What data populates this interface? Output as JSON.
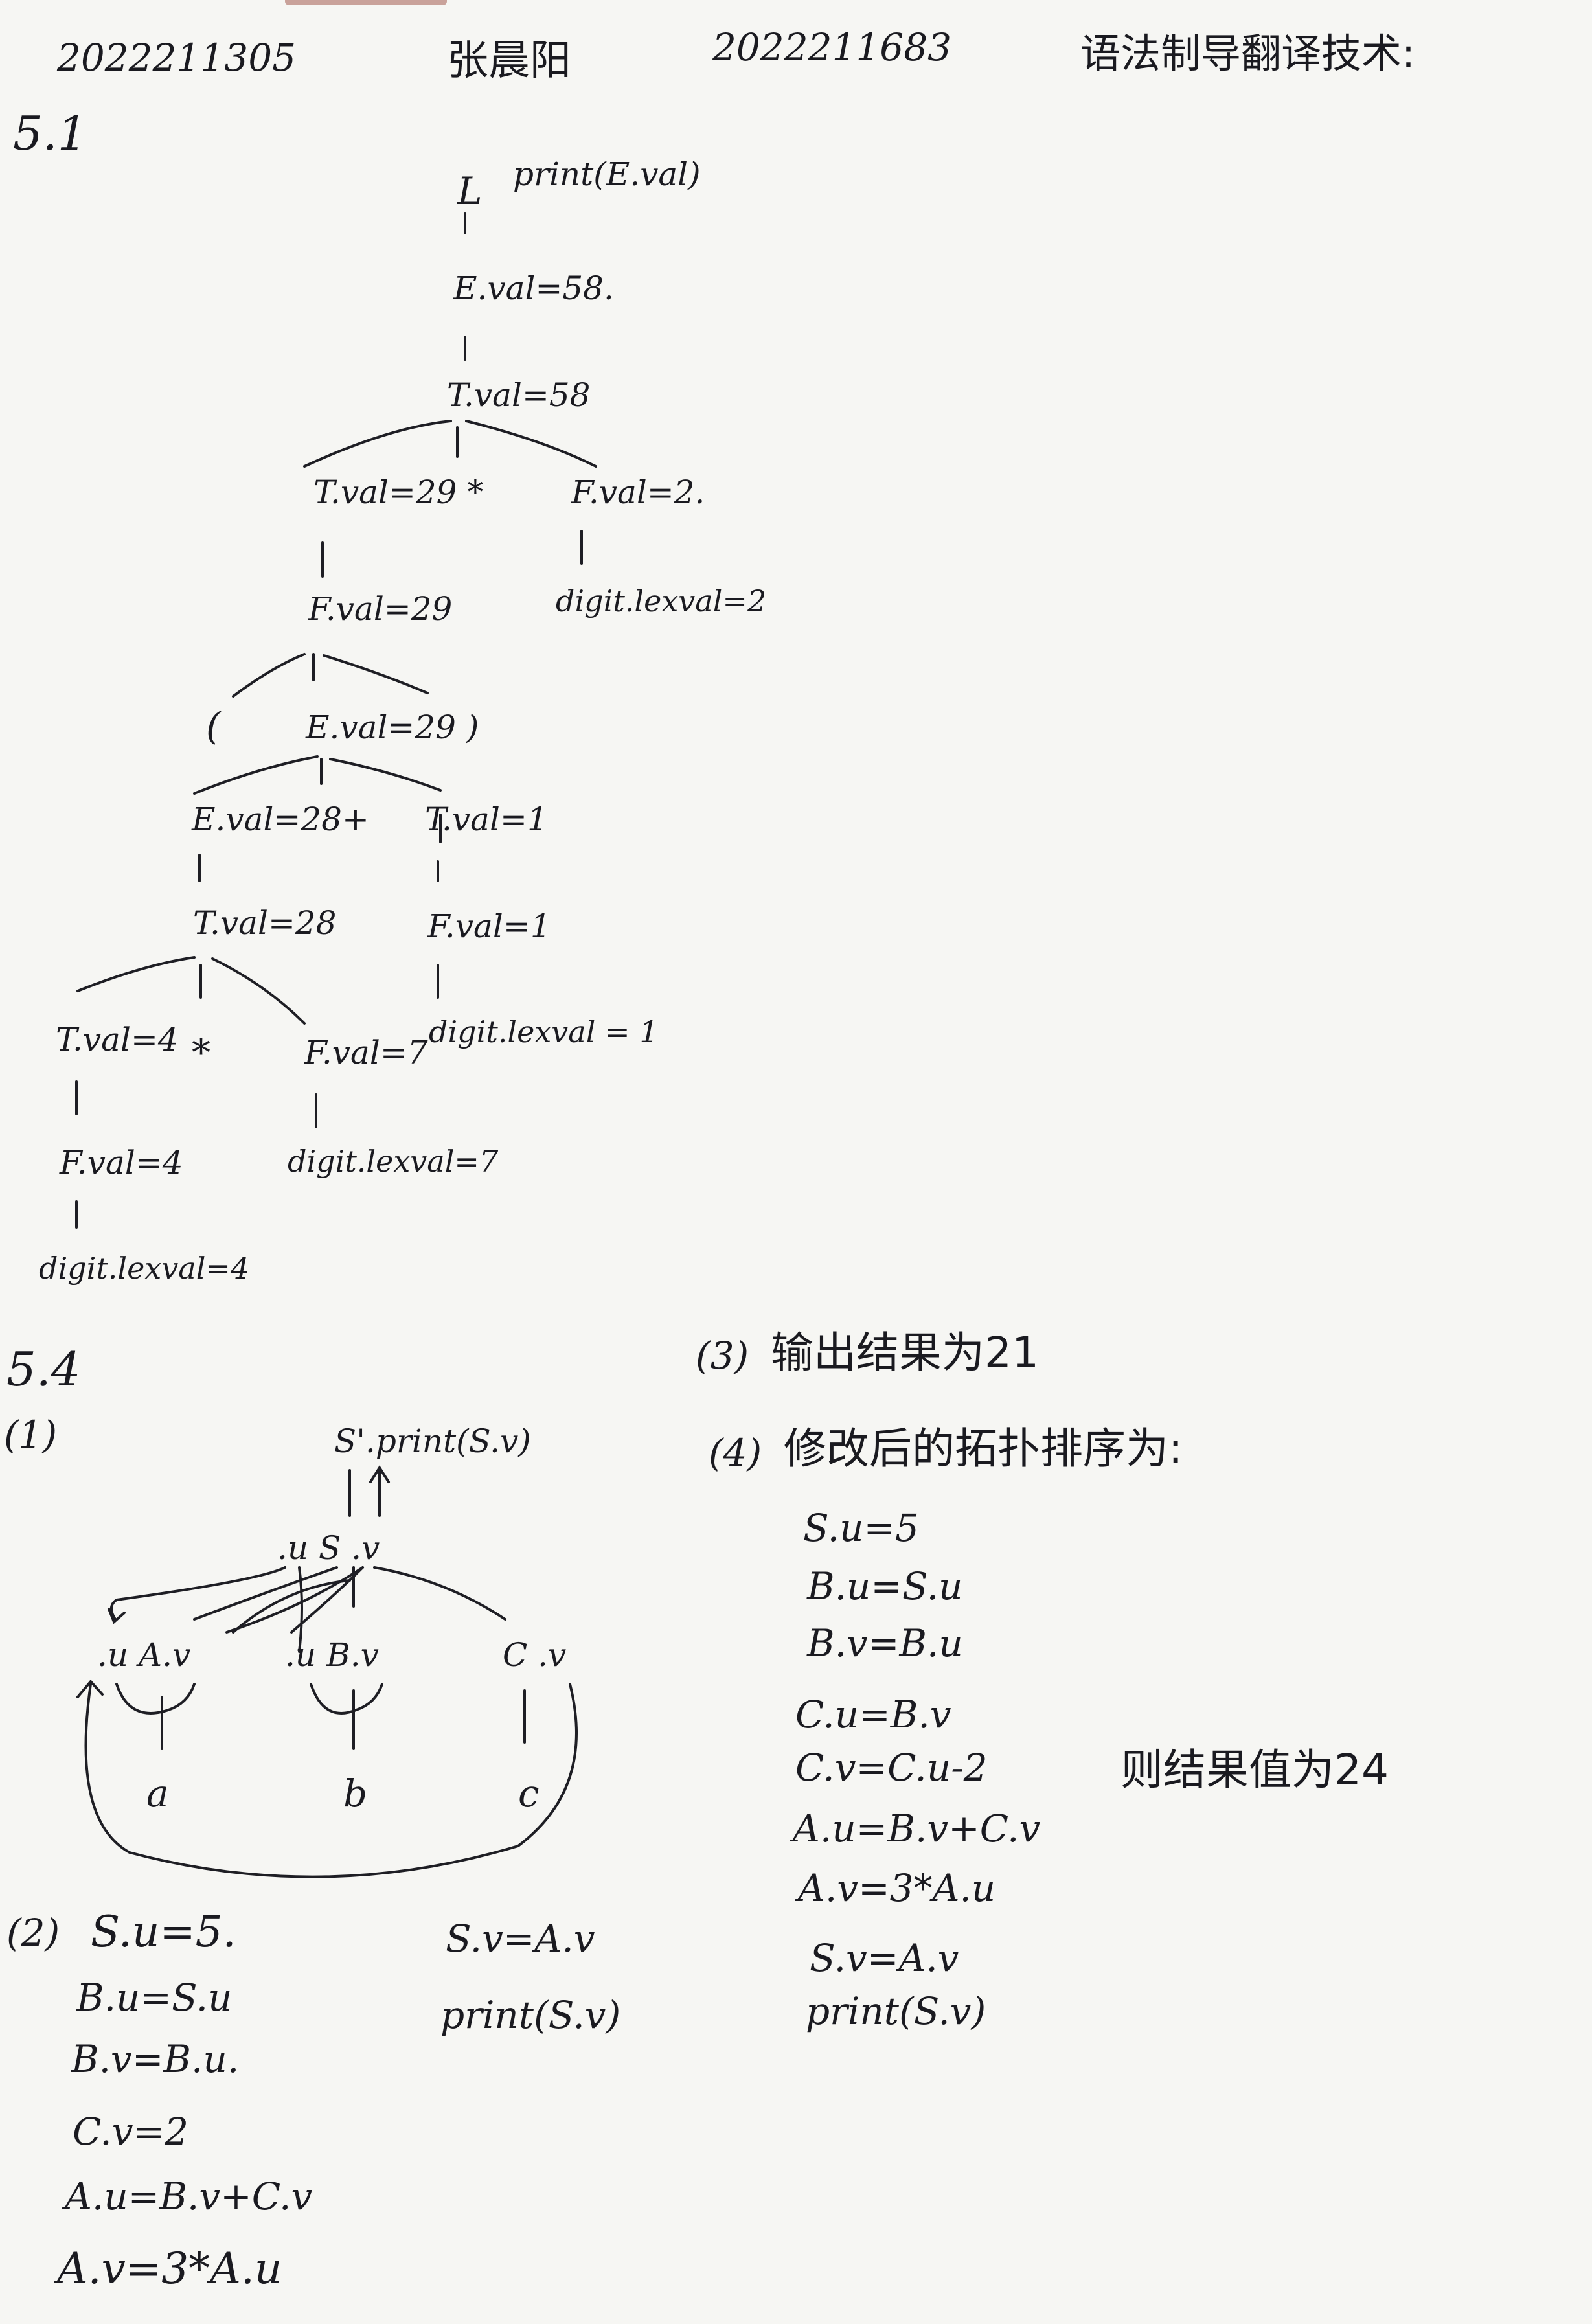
{
  "header": {
    "student_id_1": "2022211305",
    "name": "张晨阳",
    "student_id_2": "2022211683",
    "topic": "语法制导翻译技术:"
  },
  "section_5_1": {
    "label": "5.1",
    "parse_tree": {
      "root_L": "L",
      "root_action": "print(E.val)",
      "E_top": "E.val=58.",
      "T_top": "T.val=58",
      "T_left": "T.val=29 *",
      "F_right": "F.val=2.",
      "digit_2": "digit.lexval=2",
      "F_29": "F.val=29",
      "lparen": "(",
      "E_29": "E.val=29 )",
      "E_28": "E.val=28+",
      "T_1": "T.val=1",
      "T_28": "T.val=28",
      "F_1": "F.val=1",
      "digit_1": "digit.lexval = 1",
      "T_4": "T.val=4",
      "star": "*",
      "F_7": "F.val=7",
      "F_4": "F.val=4",
      "digit_7": "digit.lexval=7",
      "digit_4": "digit.lexval=4"
    }
  },
  "section_5_4": {
    "label": "5.4",
    "part_1": {
      "label": "(1)",
      "S_prime": "S'.print(S.v)",
      "S_node": ".u S .v",
      "A_node": ".u A.v",
      "B_node": ".u B.v",
      "C_node": "C .v",
      "leaf_a": "a",
      "leaf_b": "b",
      "leaf_c": "c"
    },
    "part_2": {
      "label": "(2)",
      "lines": [
        "S.u=5.",
        "B.u=S.u",
        "B.v=B.u.",
        "C.v=2",
        "A.u=B.v+C.v",
        "A.v=3*A.u"
      ],
      "right_lines": [
        "S.v=A.v",
        "print(S.v)"
      ]
    },
    "part_3": {
      "label": "(3)",
      "text": "输出结果为21"
    },
    "part_4": {
      "label": "(4)",
      "intro": "修改后的拓扑排序为:",
      "lines": [
        "S.u=5",
        "B.u=S.u",
        "B.v=B.u",
        "C.u=B.v",
        "C.v=C.u-2",
        "A.u=B.v+C.v",
        "A.v=3*A.u",
        "S.v=A.v",
        "print(S.v)"
      ],
      "result": "则结果值为24"
    }
  }
}
